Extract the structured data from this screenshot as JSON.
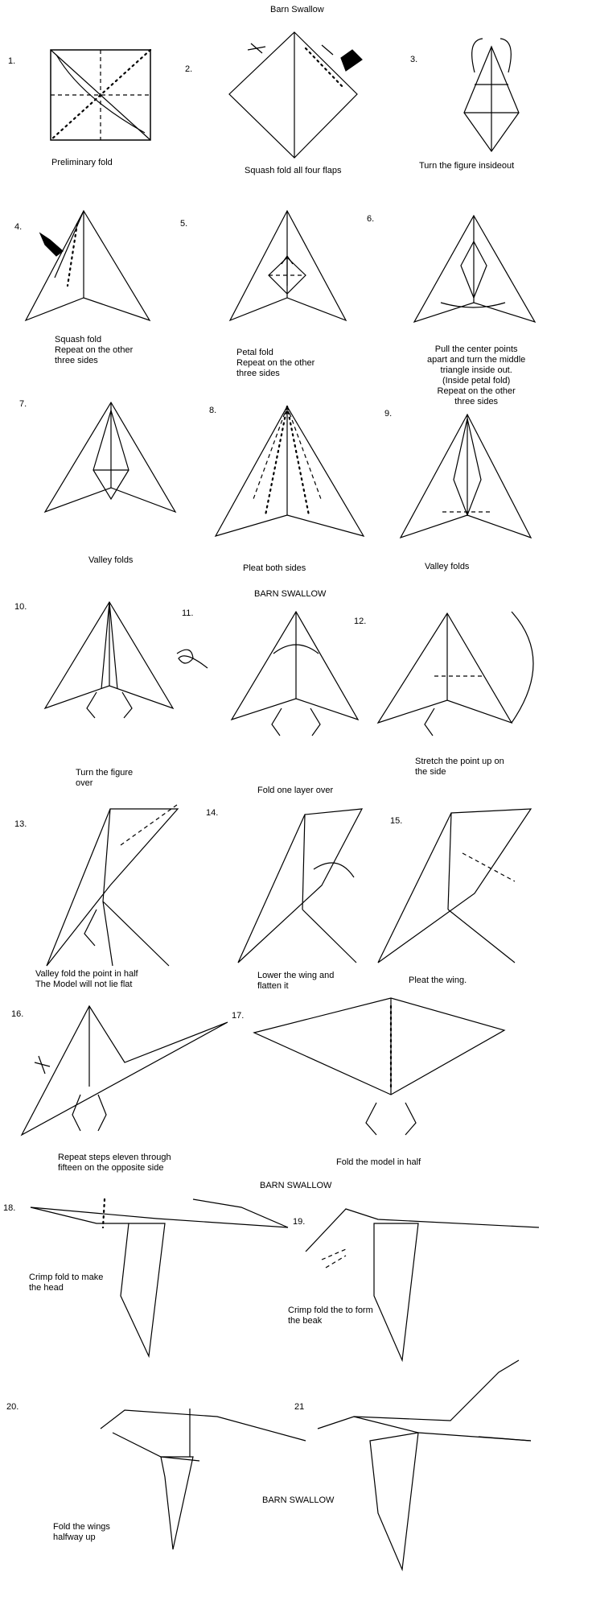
{
  "titles": {
    "top": "Barn Swallow",
    "section2": "BARN SWALLOW",
    "section3": "BARN SWALLOW",
    "bottom": "BARN SWALLOW"
  },
  "steps": [
    {
      "num": "1.",
      "caption": "Preliminary fold"
    },
    {
      "num": "2.",
      "caption": "Squash fold all four flaps"
    },
    {
      "num": "3.",
      "caption": "Turn the figure insideout"
    },
    {
      "num": "4.",
      "caption": "Squash fold\nRepeat on the other\nthree sides"
    },
    {
      "num": "5.",
      "caption": "Petal fold\nRepeat on the other\nthree sides"
    },
    {
      "num": "6.",
      "caption": "Pull the center points\napart and turn the middle\ntriangle inside out.\n(Inside petal fold)\nRepeat on the other\nthree sides"
    },
    {
      "num": "7.",
      "caption": "Valley folds"
    },
    {
      "num": "8.",
      "caption": "Pleat both sides"
    },
    {
      "num": "9.",
      "caption": "Valley folds"
    },
    {
      "num": "10.",
      "caption": "Turn the figure\nover"
    },
    {
      "num": "11.",
      "caption": "Fold one layer over"
    },
    {
      "num": "12.",
      "caption": "Stretch the point up on\nthe side"
    },
    {
      "num": "13.",
      "caption": "Valley fold the point in half\nThe Model will not lie flat"
    },
    {
      "num": "14.",
      "caption": "Lower the wing and\nflatten it"
    },
    {
      "num": "15.",
      "caption": "Pleat the wing."
    },
    {
      "num": "16.",
      "caption": "Repeat steps eleven through\nfifteen on the opposite side"
    },
    {
      "num": "17.",
      "caption": "Fold the model in half"
    },
    {
      "num": "18.",
      "caption": "Crimp fold to make\nthe head"
    },
    {
      "num": "19.",
      "caption": "Crimp fold the to form\nthe beak"
    },
    {
      "num": "20.",
      "caption": "Fold the wings\nhalfway up"
    },
    {
      "num": "21",
      "caption": ""
    }
  ]
}
